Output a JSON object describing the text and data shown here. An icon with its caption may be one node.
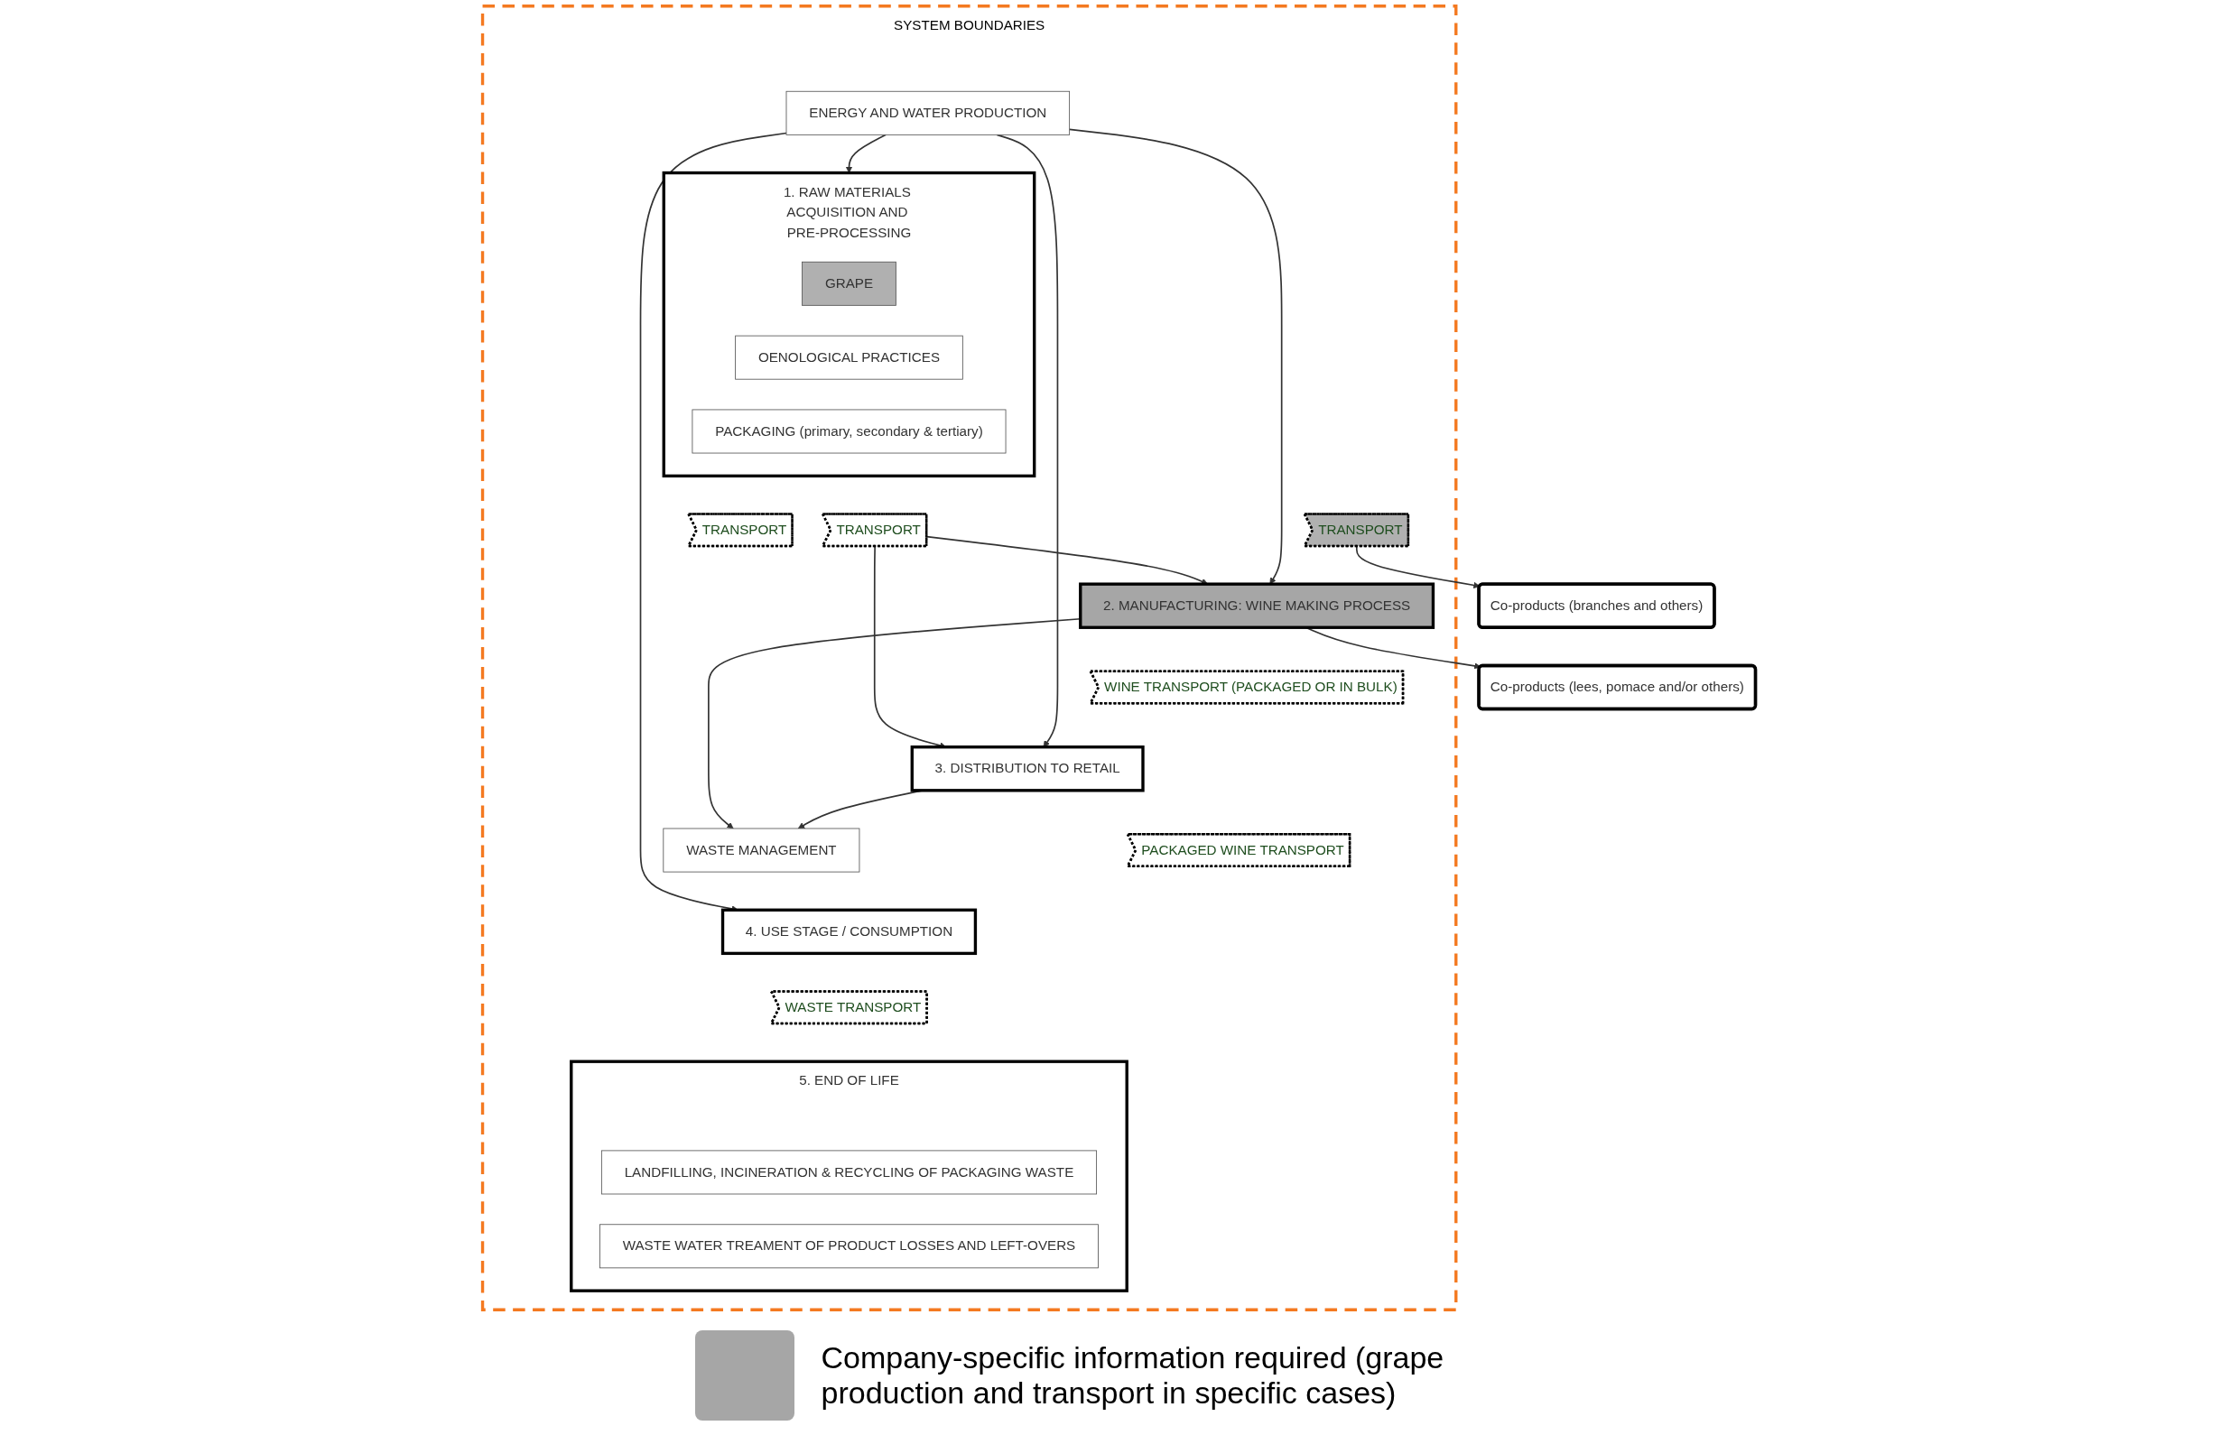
{
  "diagram": {
    "nodes": [
      {
        "text": [
          "SYSTEM BOUNDARIES"
        ]
      },
      {
        "text": [
          "1. RAW MATERIALS ACQUISITION AND PRE-PROCESSING"
        ],
        "in": 0
      },
      {
        "text": [
          "GRAPE"
        ],
        "in": 1
      },
      {
        "text": [
          "OENOLOGICAL PRACTICES"
        ],
        "in": 1
      },
      {
        "text": [
          "PACKAGING (primary, secondary & tertiary)"
        ],
        "in": 1
      },
      {
        "text": [
          "TRANSPORT"
        ],
        "in": 0
      },
      {
        "text": [
          "TRANSPORT"
        ],
        "in": 0
      },
      {
        "text": [
          "TRANSPORT"
        ],
        "in": 0
      },
      {
        "text": [
          "ENERGY AND WATER PRODUCTION"
        ],
        "in": 0
      },
      {
        "text": [
          "2. MANUFACTURING: WINE MAKING PROCESS"
        ],
        "in": 0
      },
      {
        "text": [
          "WINE TRANSPORT (PACKAGED OR IN BULK)"
        ],
        "in": 0
      },
      {
        "text": [
          "3. DISTRIBUTION TO RETAIL"
        ],
        "in": 0
      },
      {
        "text": [
          "PACKAGED WINE TRANSPORT"
        ],
        "in": 0
      },
      {
        "text": [
          "4. USE STAGE / CONSUMPTION"
        ],
        "in": 0
      },
      {
        "text": [
          "WASTE TRANSPORT"
        ],
        "in": 0
      },
      {
        "text": [
          "5. END OF LIFE"
        ],
        "in": 0
      },
      {
        "text": [
          "LANDFILLING, INCINERATION & RECYCLING OF PACKAGING WASTE"
        ],
        "in": 15
      },
      {
        "text": [
          "WASTE WATER TREAMENT OF PRODUCT LOSSES AND LEFT-OVERS"
        ],
        "in": 15
      },
      {
        "text": [
          "WASTE MANAGEMENT"
        ],
        "in": 0
      },
      {
        "text": [
          "Co-products (branches and others)"
        ]
      },
      {
        "text": [
          "Co-products (lees, pomace and/or others)"
        ]
      }
    ],
    "edges": [
      {
        "from": 8,
        "to": 1,
        "arrow": "to"
      },
      {
        "from": 7,
        "to": 9,
        "arrow": "to"
      },
      {
        "from": 7,
        "to": 11,
        "arrow": "to"
      },
      {
        "from": 8,
        "to": 9,
        "arrow": "to"
      },
      {
        "from": 8,
        "to": 11,
        "arrow": "to"
      },
      {
        "from": 8,
        "to": 13,
        "arrow": "to"
      },
      {
        "from": 5,
        "to": 19,
        "arrow": "to"
      },
      {
        "from": 9,
        "to": 20,
        "arrow": "to"
      },
      {
        "from": 9,
        "to": 18,
        "arrow": "to"
      },
      {
        "from": 11,
        "to": 18,
        "arrow": "to"
      }
    ],
    "legend": [
      {
        "text": "Company-specific information required (grape production and transport in specific cases)",
        "color": "#a6a6a6"
      }
    ]
  }
}
